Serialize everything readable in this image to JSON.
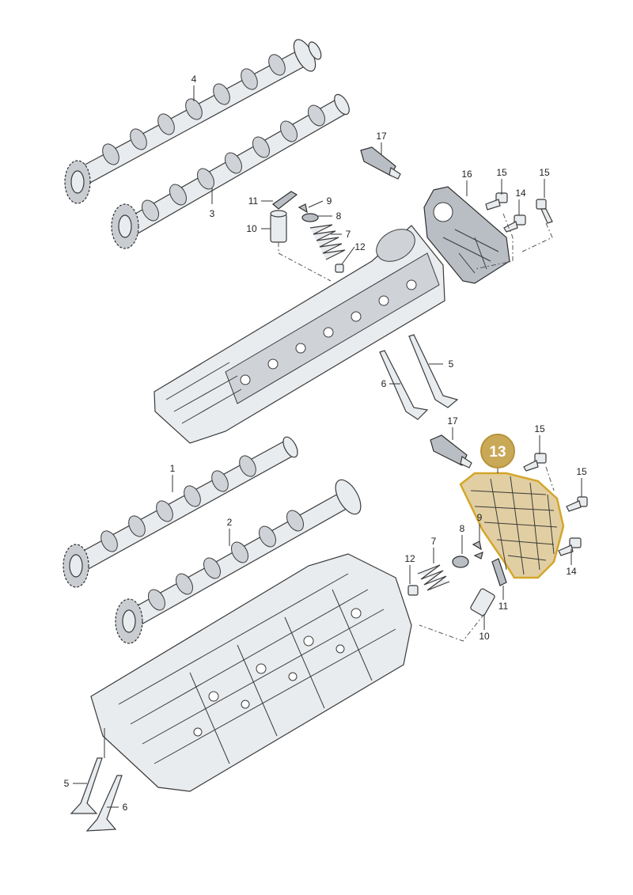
{
  "colors": {
    "highlight": "#c9a857",
    "highlight_stroke": "#d4a62a",
    "line": "#3a3a3a"
  },
  "callouts": {
    "top": {
      "c4": "4",
      "c3": "3",
      "c17": "17",
      "c16": "16",
      "c15a": "15",
      "c15b": "15",
      "c14": "14",
      "c11": "11",
      "c9": "9",
      "c8": "8",
      "c10": "10",
      "c7": "7",
      "c12": "12",
      "c5": "5",
      "c6": "6"
    },
    "bottom": {
      "c17": "17",
      "c15a": "15",
      "c15b": "15",
      "c14": "14",
      "c1": "1",
      "c2": "2",
      "c7": "7",
      "c8": "8",
      "c9": "9",
      "c12": "12",
      "c11": "11",
      "c10": "10",
      "c5": "5",
      "c6": "6"
    },
    "selected": "13"
  }
}
